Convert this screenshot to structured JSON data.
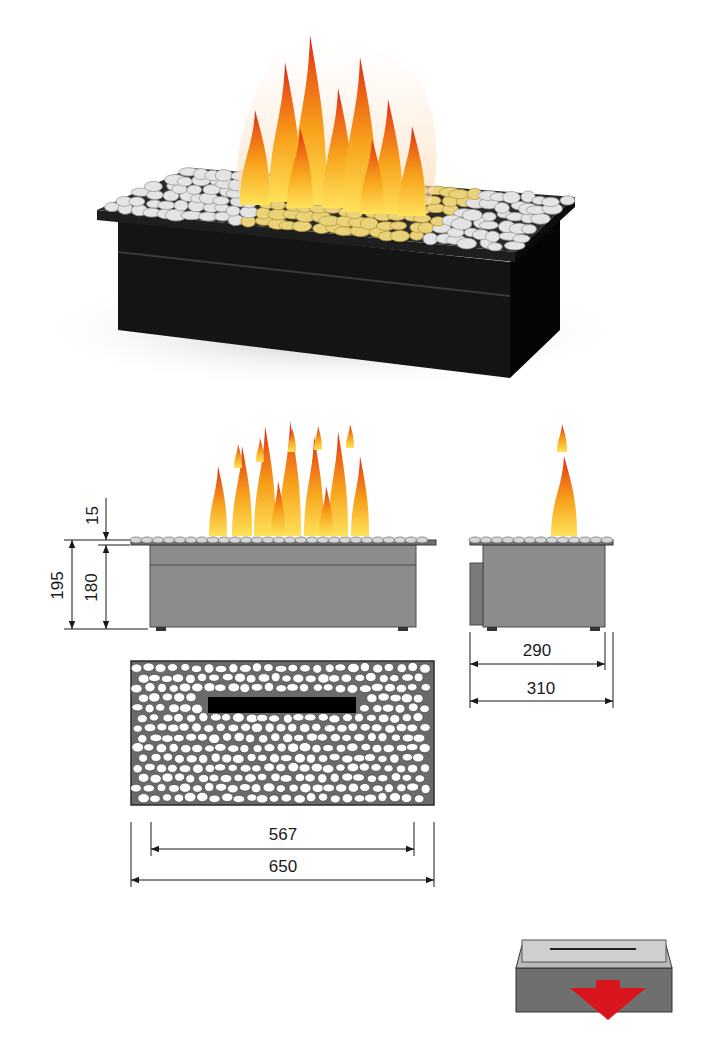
{
  "diagram": {
    "labels": [
      "15",
      "195",
      "180",
      "290",
      "310",
      "567",
      "650"
    ]
  }
}
